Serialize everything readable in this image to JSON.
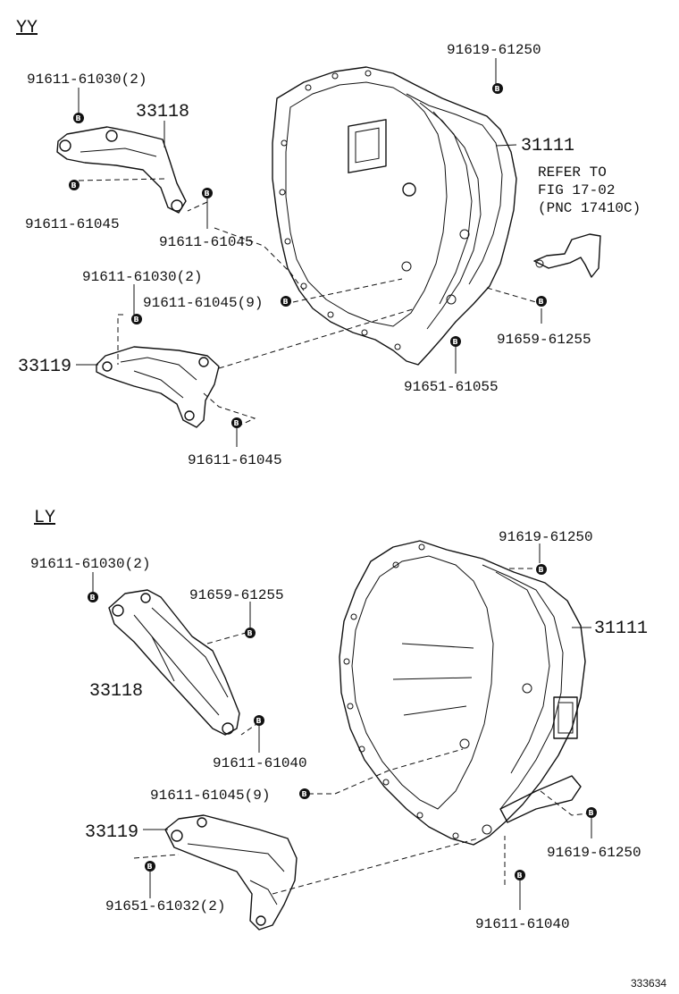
{
  "sections": {
    "yy": "YY",
    "ly": "LY"
  },
  "yy": {
    "p_91619_61250": "91619-61250",
    "p_91611_61030": "91611-61030(2)",
    "p_33118": "33118",
    "p_31111": "31111",
    "refer_line1": "REFER TO",
    "refer_line2": "FIG 17-02",
    "refer_line3": "(PNC 17410C)",
    "p_91611_61045_a": "91611-61045",
    "p_91611_61045_b": "91611-61045",
    "p_91611_61030_b": "91611-61030(2)",
    "p_91611_61045_9": "91611-61045(9)",
    "p_91659_61255": "91659-61255",
    "p_33119": "33119",
    "p_91651_61055": "91651-61055",
    "p_91611_61045_c": "91611-61045"
  },
  "ly": {
    "p_91619_61250": "91619-61250",
    "p_91611_61030": "91611-61030(2)",
    "p_91659_61255": "91659-61255",
    "p_31111": "31111",
    "p_33118": "33118",
    "p_91611_61040_a": "91611-61040",
    "p_91611_61045_9": "91611-61045(9)",
    "p_33119": "33119",
    "p_91619_61250_b": "91619-61250",
    "p_91651_61032": "91651-61032(2)",
    "p_91611_61040_b": "91611-61040"
  },
  "bolt_mark": "B",
  "figure_id": "333634"
}
